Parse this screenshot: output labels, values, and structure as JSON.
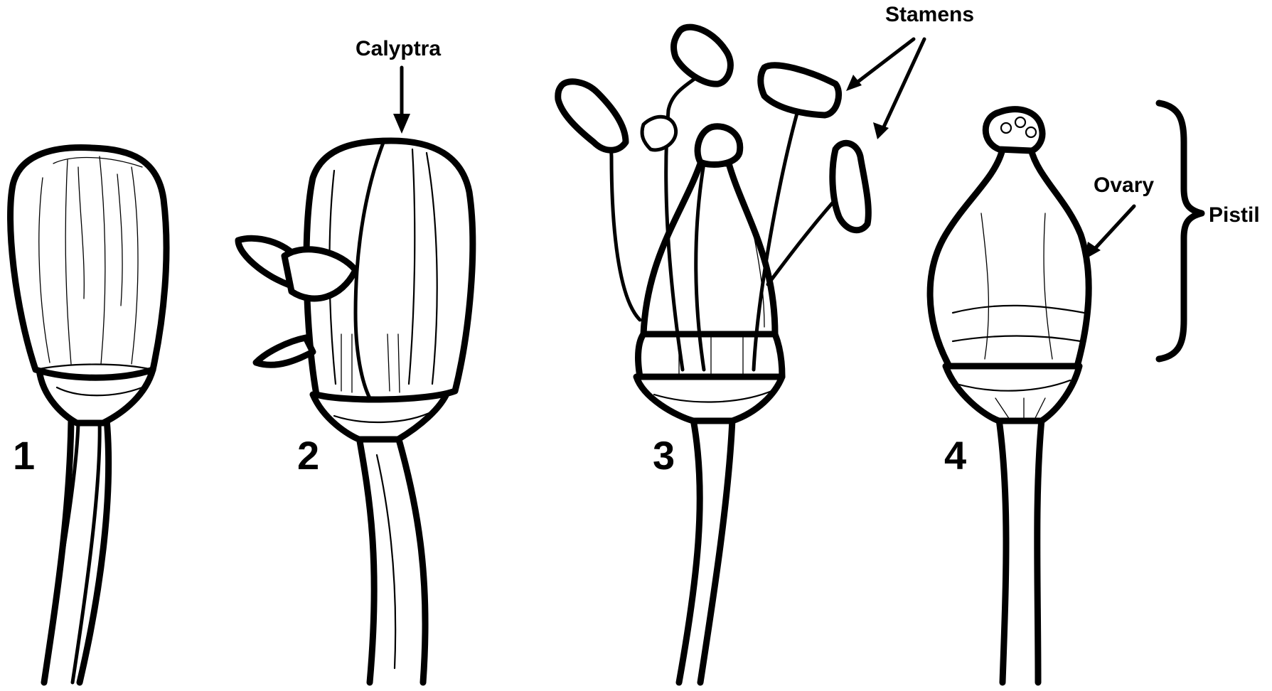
{
  "stages": [
    {
      "number": "1"
    },
    {
      "number": "2"
    },
    {
      "number": "3"
    },
    {
      "number": "4"
    }
  ],
  "labels": {
    "calyptra": "Calyptra",
    "stamens": "Stamens",
    "ovary": "Ovary",
    "pistil": "Pistil"
  },
  "colors": {
    "ink": "#000000",
    "background": "#ffffff"
  }
}
